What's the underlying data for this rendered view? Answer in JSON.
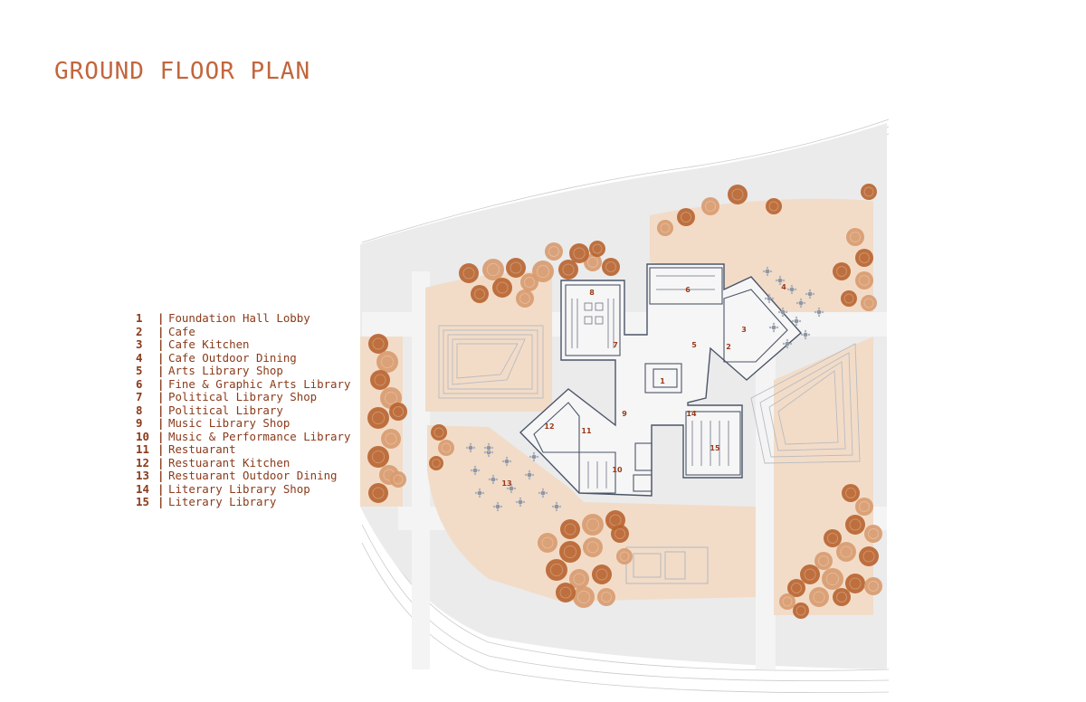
{
  "title": "GROUND FLOOR PLAN",
  "legend": [
    {
      "num": "1",
      "label": "Foundation Hall Lobby"
    },
    {
      "num": "2",
      "label": "Cafe"
    },
    {
      "num": "3",
      "label": "Cafe Kitchen"
    },
    {
      "num": "4",
      "label": "Cafe Outdoor Dining"
    },
    {
      "num": "5",
      "label": "Arts Library Shop"
    },
    {
      "num": "6",
      "label": "Fine & Graphic Arts Library"
    },
    {
      "num": "7",
      "label": "Political Library Shop"
    },
    {
      "num": "8",
      "label": "Political Library"
    },
    {
      "num": "9",
      "label": "Music Library Shop"
    },
    {
      "num": "10",
      "label": "Music & Performance Library"
    },
    {
      "num": "11",
      "label": "Restuarant"
    },
    {
      "num": "12",
      "label": "Restuarant Kitchen"
    },
    {
      "num": "13",
      "label": "Restuarant Outdoor Dining"
    },
    {
      "num": "14",
      "label": "Literary Library Shop"
    },
    {
      "num": "15",
      "label": "Literary Library"
    }
  ],
  "separator": "|",
  "plan_numbers": [
    "1",
    "2",
    "3",
    "4",
    "5",
    "6",
    "7",
    "8",
    "9",
    "10",
    "11",
    "12",
    "13",
    "14",
    "15"
  ],
  "colors": {
    "title": "#c2663d",
    "legend_text": "#8a3a1a",
    "site_gray": "#e9e9ea",
    "lawn": "#f0d9c6",
    "tree_dark": "#b8632e",
    "tree_light": "#d89a6e",
    "wall": "#4b5568"
  }
}
